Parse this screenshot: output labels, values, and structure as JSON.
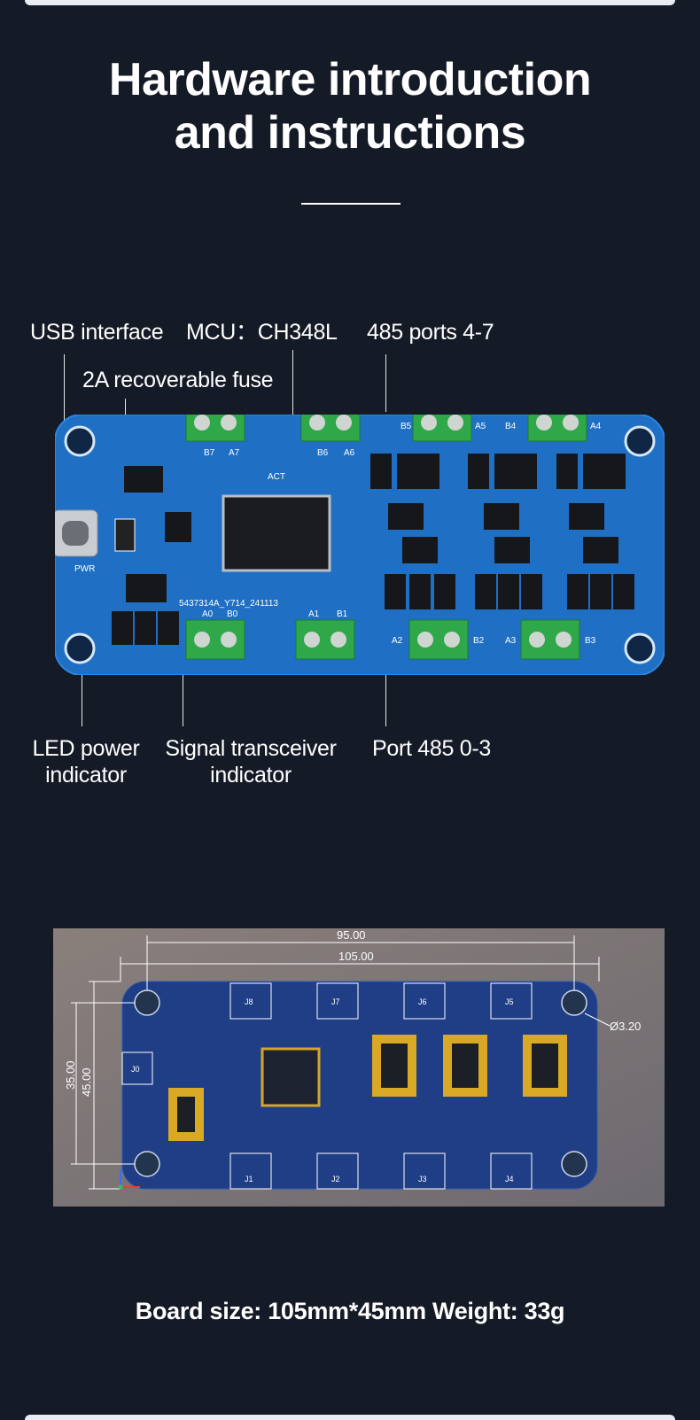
{
  "title": {
    "line1": "Hardware introduction",
    "line2": "and instructions"
  },
  "callouts": {
    "usb": "USB interface",
    "mcu": "MCU：CH348L",
    "ports_4_7": "485 ports 4-7",
    "fuse": "2A recoverable fuse",
    "led_power_1": "LED power",
    "led_power_2": "indicator",
    "signal_1": "Signal transceiver",
    "signal_2": "indicator",
    "ports_0_3": "Port 485 0-3"
  },
  "board": {
    "top_labels": [
      "B7",
      "A7",
      "B6",
      "A6",
      "B5",
      "A5",
      "B4",
      "A4"
    ],
    "bottom_labels": [
      "A0",
      "B0",
      "A1",
      "B1",
      "A2",
      "B2",
      "A3",
      "B3"
    ],
    "pwr": "PWR",
    "act": "ACT",
    "silkscreen": "5437314A_Y714_241113"
  },
  "drawing": {
    "dim_95": "95.00",
    "dim_105": "105.00",
    "dim_35": "35.00",
    "dim_45": "45.00",
    "dim_hole": "Ø3.20",
    "connectors_top": [
      "J8",
      "J7",
      "J6",
      "J5"
    ],
    "connectors_bottom": [
      "J1",
      "J2",
      "J3",
      "J4"
    ],
    "j0": "J0"
  },
  "footer": "Board size: 105mm*45mm Weight: 33g",
  "colors": {
    "background": "#141a26",
    "pcb": "#1f6fc4",
    "terminal": "#2fa84a"
  }
}
